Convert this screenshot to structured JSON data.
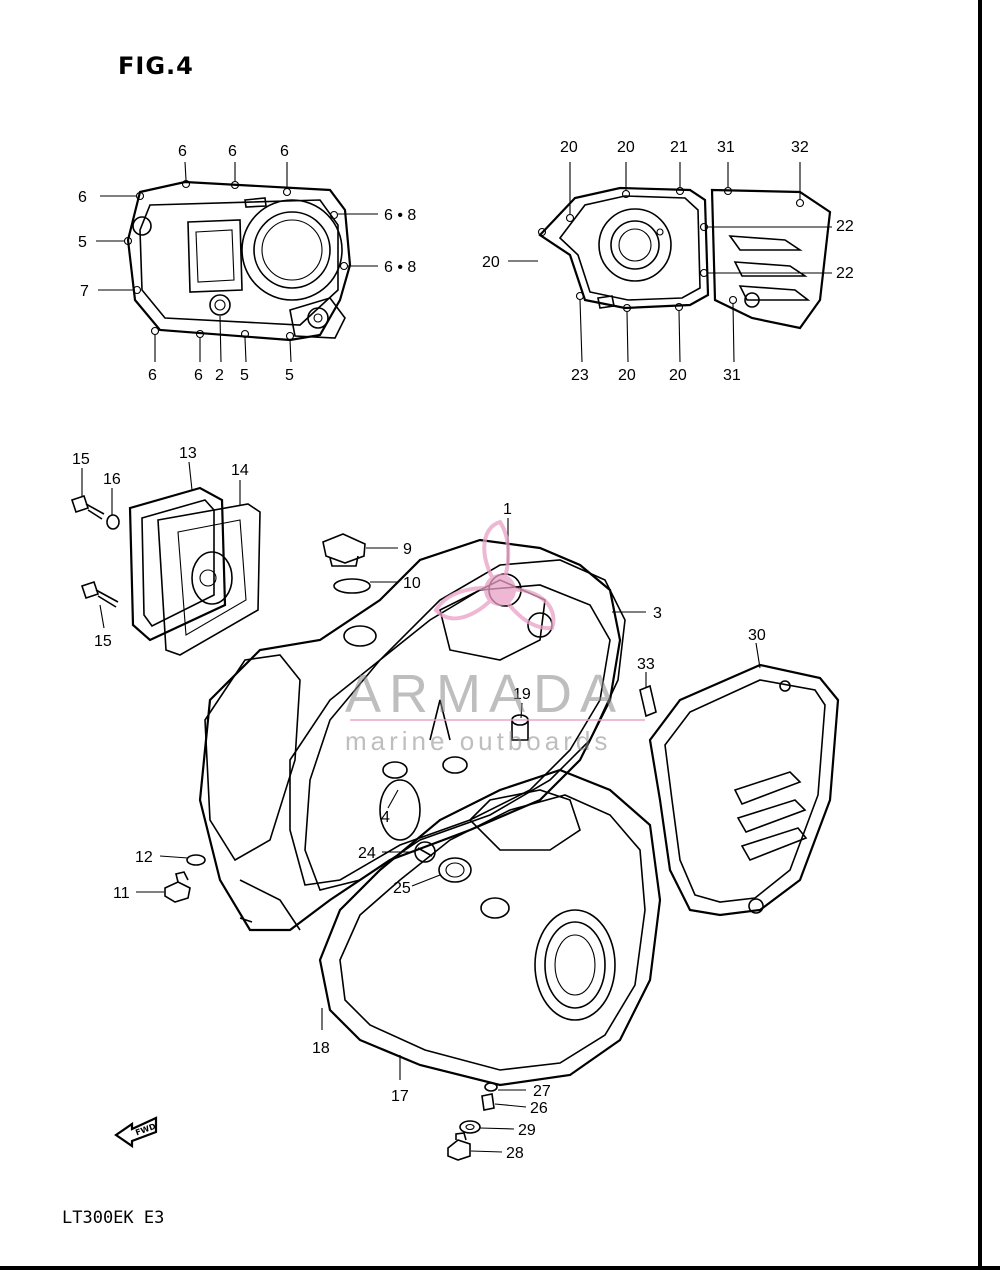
{
  "figure": {
    "title": "FIG.4",
    "model_code": "LT300EK E3",
    "fwd_label": "FWD"
  },
  "watermark": {
    "brand": "ARMADA",
    "tagline": "marine outboards",
    "accent_color": "#e9a0c6"
  },
  "callouts": {
    "c1": "6",
    "c2": "6",
    "c3": "6",
    "c4": "6",
    "c5": "6 • 8",
    "c6": "5",
    "c7": "6 • 8",
    "c8": "7",
    "c9": "6",
    "c10": "6",
    "c11": "2",
    "c12": "5",
    "c13": "5",
    "c14": "20",
    "c15": "20",
    "c16": "21",
    "c17": "31",
    "c18": "32",
    "c19": "22",
    "c20": "20",
    "c21": "22",
    "c22": "23",
    "c23": "20",
    "c24": "20",
    "c25": "31",
    "c26": "15",
    "c27": "13",
    "c28": "14",
    "c29": "16",
    "c30": "15",
    "c31": "1",
    "c32": "9",
    "c33": "10",
    "c34": "3",
    "c35": "30",
    "c36": "33",
    "c37": "19",
    "c38": "4",
    "c39": "12",
    "c40": "24",
    "c41": "11",
    "c42": "25",
    "c43": "18",
    "c44": "17",
    "c45": "27",
    "c46": "26",
    "c47": "29",
    "c48": "28"
  }
}
